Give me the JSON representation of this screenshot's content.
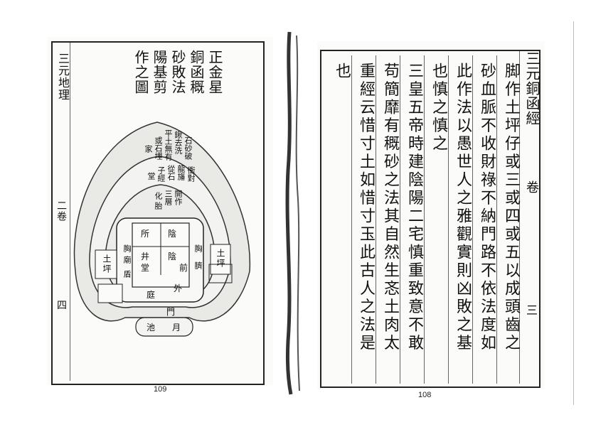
{
  "left_page": {
    "margin_title": "三元地理",
    "margin_chapter": "二卷",
    "margin_folio": "四",
    "caption_cols": [
      "正金星",
      "銅函穊",
      "砂敗法",
      "陽基剪",
      "作之圖"
    ],
    "outer_ring": [
      "石砂破",
      "鍬去洗",
      "平土無有",
      "或石埋",
      "家"
    ],
    "middle_ring": [
      "衝對",
      "龍旛",
      "從石",
      "子經",
      "堂"
    ],
    "inner_ring": [
      "開作",
      "三層",
      "化",
      "胎"
    ],
    "house": {
      "row1": [
        "所",
        "陰"
      ],
      "row2": [
        "井",
        "陰",
        "前"
      ],
      "row3": [
        "堂"
      ],
      "row4": [
        "庭",
        "外"
      ],
      "gate": "門"
    },
    "side_left": [
      "胸",
      "廟",
      "盾"
    ],
    "side_right": [
      "胸",
      "臍"
    ],
    "pond": [
      "池",
      "月"
    ],
    "tu_ping": [
      "土",
      "坪"
    ],
    "page_number": "109"
  },
  "right_page": {
    "header": "三元銅函經",
    "header_chapter": "卷",
    "folio": "三",
    "columns": [
      "脚作土坪仔或三或四或五以成頭齒之",
      "砂血脈不收財祿不納門路不依法度如",
      "此作法以愚世人之雅觀實則凶敗之基",
      "也慎之慎之",
      "三皇五帝時建陰陽二宅慎重致意不敢",
      "苟簡靡有穊砂之法其自然生忞土肉太",
      "重經云惜寸土如惜寸玉此古人之法是",
      "也"
    ],
    "page_number": "108"
  }
}
